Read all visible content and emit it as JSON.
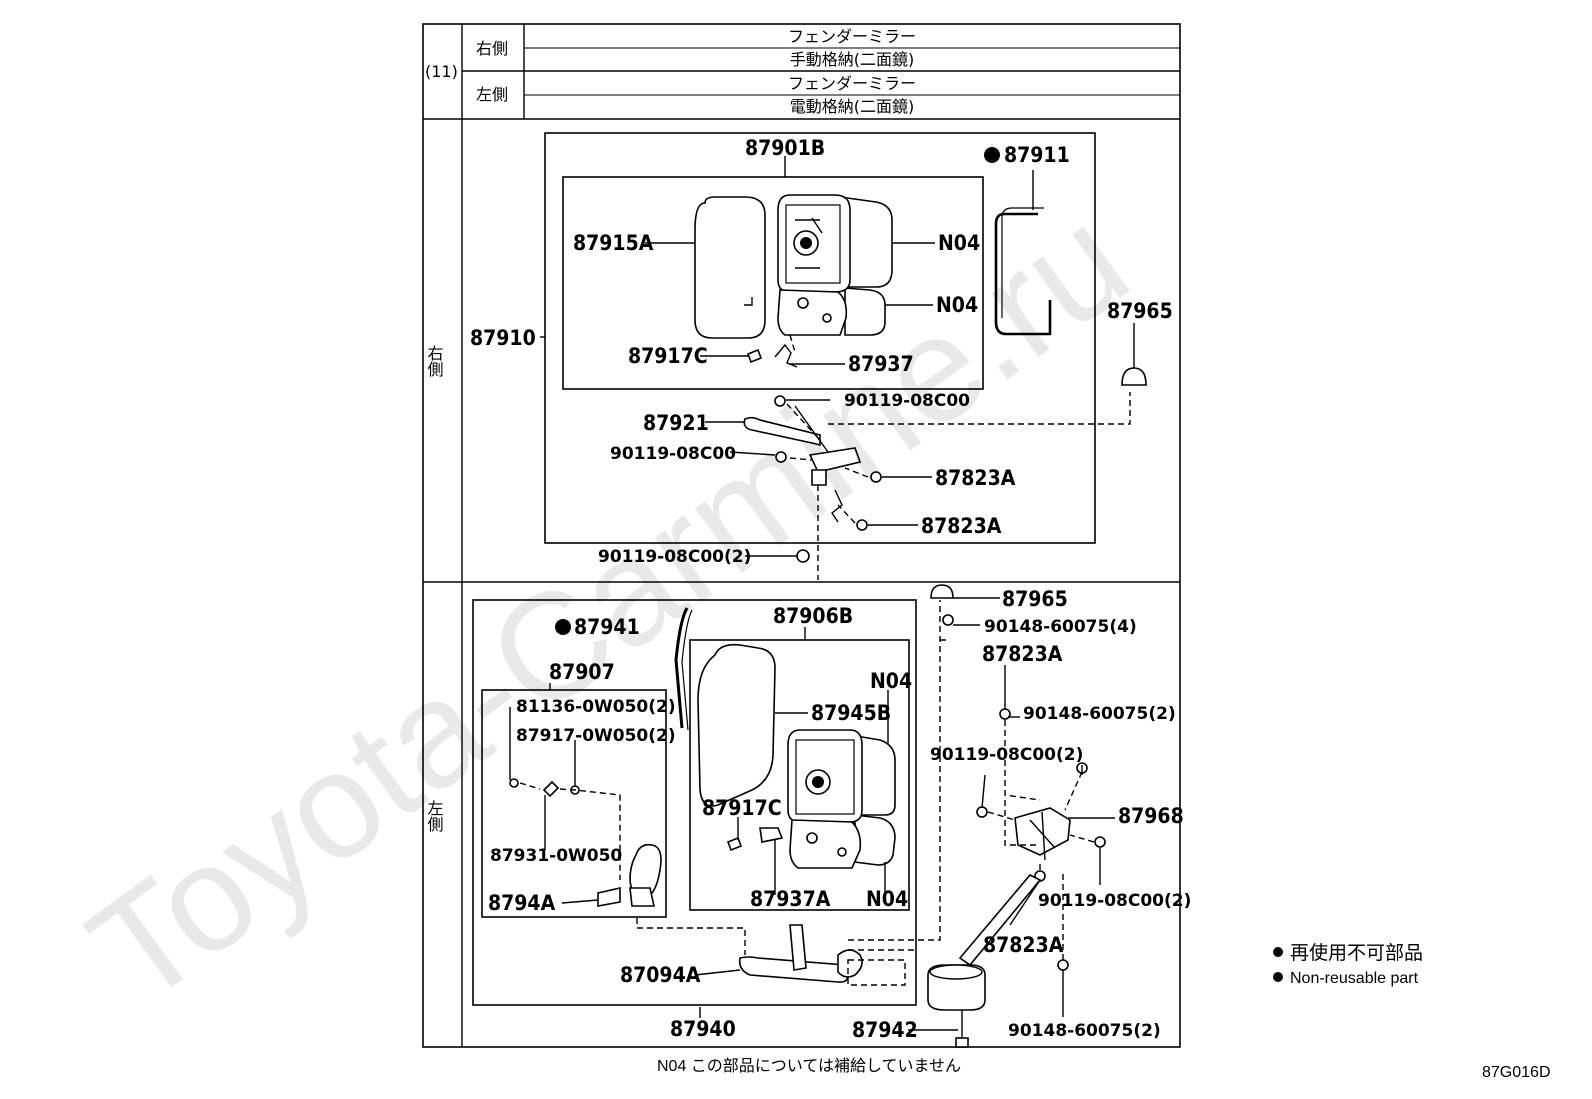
{
  "watermark": "Toyota-Carmine.ru",
  "header": {
    "group": "(11)",
    "right_side": "右側",
    "left_side": "左側",
    "right_lines": [
      "フェンダーミラー",
      "手動格納(二面鏡)"
    ],
    "left_lines": [
      "フェンダーミラー",
      "電動格納(二面鏡)"
    ]
  },
  "rows": {
    "right": "右側",
    "left": "左側"
  },
  "labels_right": {
    "assy": "87910",
    "mirror_assy": "87901B",
    "mirror": "87915A",
    "n04_a": "N04",
    "n04_b": "N04",
    "screw": "87917C",
    "spring": "87937",
    "gasket": "87911",
    "cap": "87965",
    "bolt_a": "90119-08C00",
    "stay": "87921",
    "bolt_b": "90119-08C00",
    "washer_a": "87823A",
    "washer_b": "87823A",
    "bolt_c": "90119-08C00(2)"
  },
  "labels_left": {
    "gasket": "87941",
    "mirror_assy": "87906B",
    "sub": "87907",
    "p1": "81136-0W050(2)",
    "p2": "87917-0W050(2)",
    "p3": "87931-0W050",
    "bracket": "8794A",
    "n04_a": "N04",
    "mirror": "87945B",
    "screw": "87917C",
    "spring": "87937A",
    "n04_b": "N04",
    "harness": "87094A",
    "assy": "87940",
    "cap": "87965",
    "bolt_a": "90148-60075(4)",
    "washer_a": "87823A",
    "bolt_b": "90148-60075(2)",
    "bolt_c": "90119-08C00(2)",
    "bracket2": "87968",
    "bolt_d": "90119-08C00(2)",
    "washer_b": "87823A",
    "motor": "87942",
    "bolt_e": "90148-60075(2)"
  },
  "legend": {
    "jp": "再使用不可部品",
    "en": "Non-reusable part"
  },
  "footnote": "N04 この部品については補給していません",
  "code": "87G016D"
}
